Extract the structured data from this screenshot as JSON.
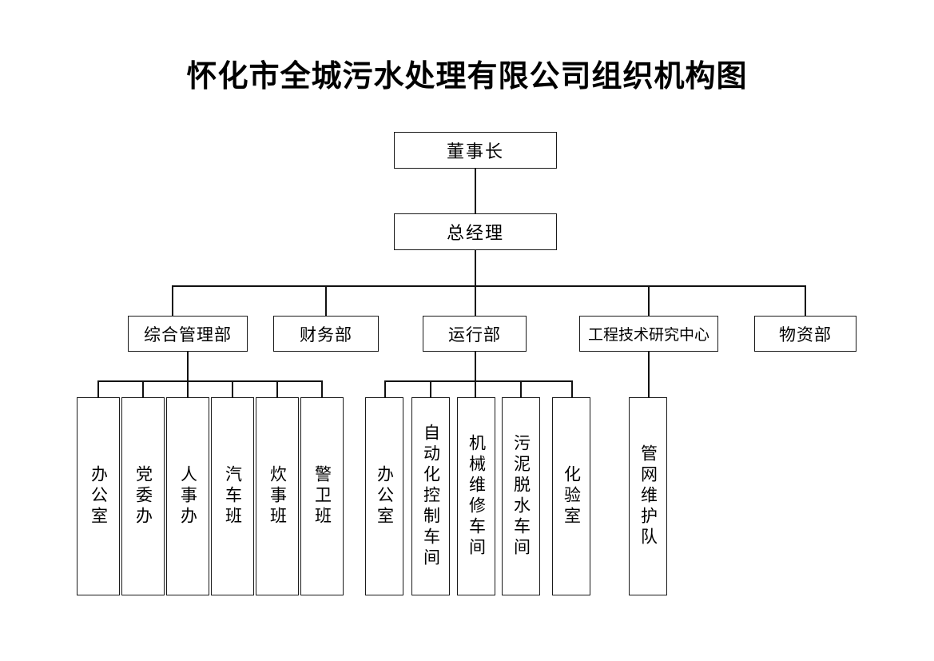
{
  "title": "怀化市全城污水处理有限公司组织机构图",
  "chart_data": {
    "type": "diagram",
    "diagram_kind": "organization-chart",
    "title": "怀化市全城污水处理有限公司组织机构图",
    "orientation": "top-down",
    "levels": 4,
    "nodes": [
      {
        "id": "chairman",
        "label": "董事长",
        "level": 1,
        "parent": null
      },
      {
        "id": "general-manager",
        "label": "总经理",
        "level": 2,
        "parent": "chairman"
      },
      {
        "id": "dept-admin",
        "label": "综合管理部",
        "level": 3,
        "parent": "general-manager"
      },
      {
        "id": "dept-finance",
        "label": "财务部",
        "level": 3,
        "parent": "general-manager"
      },
      {
        "id": "dept-operations",
        "label": "运行部",
        "level": 3,
        "parent": "general-manager"
      },
      {
        "id": "dept-engineering",
        "label": "工程技术研究中心",
        "level": 3,
        "parent": "general-manager"
      },
      {
        "id": "dept-materials",
        "label": "物资部",
        "level": 3,
        "parent": "general-manager"
      },
      {
        "id": "admin-office",
        "label": "办公室",
        "level": 4,
        "parent": "dept-admin"
      },
      {
        "id": "admin-party",
        "label": "党委办",
        "level": 4,
        "parent": "dept-admin"
      },
      {
        "id": "admin-hr",
        "label": "人事办",
        "level": 4,
        "parent": "dept-admin"
      },
      {
        "id": "admin-vehicle",
        "label": "汽车班",
        "level": 4,
        "parent": "dept-admin"
      },
      {
        "id": "admin-canteen",
        "label": "炊事班",
        "level": 4,
        "parent": "dept-admin"
      },
      {
        "id": "admin-security",
        "label": "警卫班",
        "level": 4,
        "parent": "dept-admin"
      },
      {
        "id": "ops-office",
        "label": "办公室",
        "level": 4,
        "parent": "dept-operations"
      },
      {
        "id": "ops-automation",
        "label": "自动化控制车间",
        "level": 4,
        "parent": "dept-operations"
      },
      {
        "id": "ops-maintenance",
        "label": "机械维修车间",
        "level": 4,
        "parent": "dept-operations"
      },
      {
        "id": "ops-sludge",
        "label": "污泥脱水车间",
        "level": 4,
        "parent": "dept-operations"
      },
      {
        "id": "ops-lab",
        "label": "化验室",
        "level": 4,
        "parent": "dept-operations"
      },
      {
        "id": "eng-pipeline",
        "label": "管网维护队",
        "level": 4,
        "parent": "dept-engineering"
      }
    ]
  },
  "top": {
    "chairman": "董事长",
    "general_manager": "总经理"
  },
  "departments": [
    {
      "label": "综合管理部"
    },
    {
      "label": "财务部"
    },
    {
      "label": "运行部"
    },
    {
      "label": "工程技术研究中心"
    },
    {
      "label": "物资部"
    }
  ],
  "admin_units": [
    {
      "label": "办公室"
    },
    {
      "label": "党委办"
    },
    {
      "label": "人事办"
    },
    {
      "label": "汽车班"
    },
    {
      "label": "炊事班"
    },
    {
      "label": "警卫班"
    }
  ],
  "operations_units": [
    {
      "label": "办公室"
    },
    {
      "label": "自动化控制车间"
    },
    {
      "label": "机械维修车间"
    },
    {
      "label": "污泥脱水车间"
    },
    {
      "label": "化验室"
    }
  ],
  "engineering_units": [
    {
      "label": "管网维护队"
    }
  ],
  "colors": {
    "background": "#ffffff",
    "line": "#111111",
    "box_border": "#1a1a1a",
    "text": "#000000"
  }
}
